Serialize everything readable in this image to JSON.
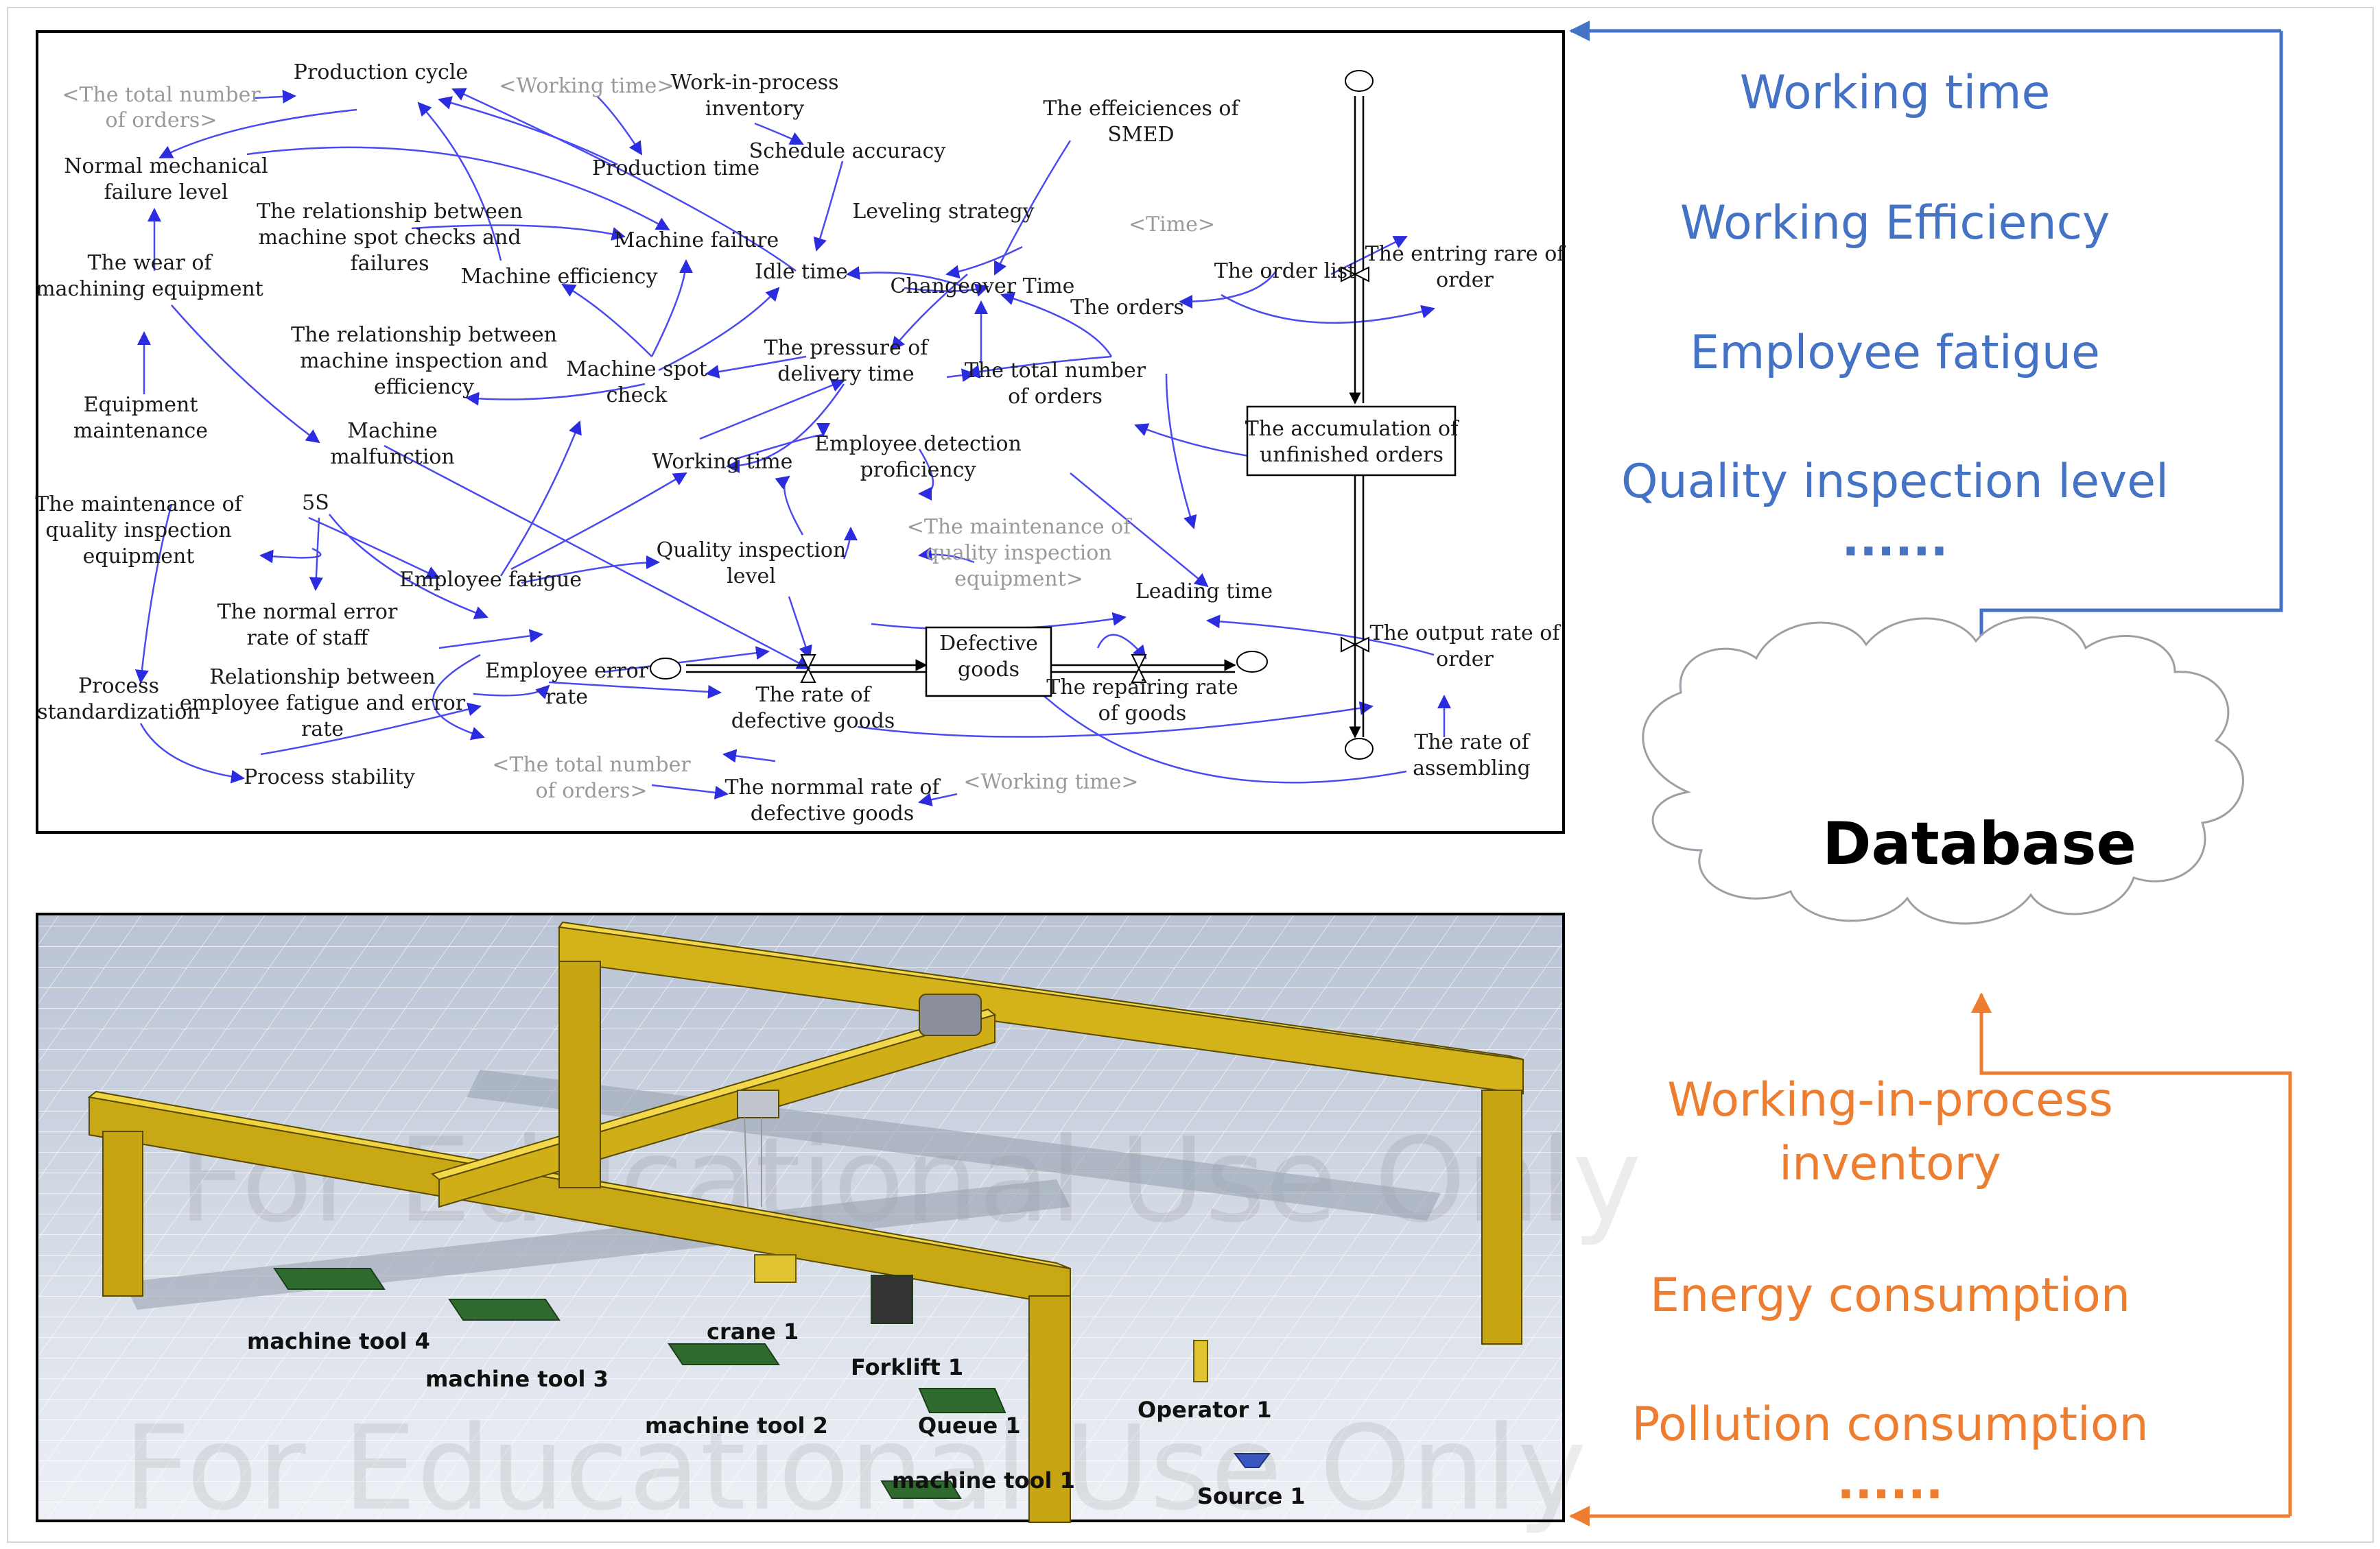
{
  "colors": {
    "blue": "#4472c4",
    "orange": "#ed7d31",
    "link": "#4a4af0"
  },
  "database": "Database",
  "top_items": [
    "Working time",
    "Working Efficiency",
    "Employee fatigue",
    "Quality inspection level",
    "......"
  ],
  "bottom_items": [
    "Working-in-process",
    "inventory",
    "Energy consumption",
    "Pollution consumption",
    "......"
  ],
  "sd": {
    "production_cycle": "Production cycle",
    "total_orders_ghost": [
      "<The total number",
      "of orders>"
    ],
    "working_time_ghost": "<Working time>",
    "wip": [
      "Work-in-process",
      "inventory"
    ],
    "schedule_accuracy": "Schedule accuracy",
    "production_time": "Production time",
    "normal_failure": [
      "Normal mechanical",
      "failure level"
    ],
    "spot_checks": [
      "The relationship between",
      "machine spot checks and",
      "failures"
    ],
    "machine_failure": "Machine failure",
    "leveling": "Leveling strategy",
    "smed": [
      "The effeiciences of",
      "SMED"
    ],
    "time_ghost": "<Time>",
    "wear": [
      "The wear of",
      "machining equipment"
    ],
    "machine_efficiency": "Machine efficiency",
    "idle_time": "Idle time",
    "changeover": "Changeover Time",
    "order_list": "The order list",
    "entring_rate": [
      "The entring rare of",
      "order"
    ],
    "the_orders": "The orders",
    "inspection_eff": [
      "The relationship between",
      "machine inspection and",
      "efficiency"
    ],
    "spot_check": [
      "Machine spot",
      "check"
    ],
    "pressure": [
      "The pressure of",
      "delivery time"
    ],
    "total_orders": [
      "The total number",
      "of orders"
    ],
    "equip_maint": [
      "Equipment",
      "maintenance"
    ],
    "malfunction": [
      "Machine",
      "malfunction"
    ],
    "working_time": "Working time",
    "detection": [
      "Employee detection",
      "proficiency"
    ],
    "accumulation": [
      "The accumulation of",
      "unfinished orders"
    ],
    "maint_qi": [
      "The maintenance of",
      "quality inspection",
      "equipment"
    ],
    "fives": "5S",
    "maint_qi_ghost": [
      "<The maintenance of",
      "quality inspection",
      "equipment>"
    ],
    "fatigue": "Employee fatigue",
    "qi_level": [
      "Quality inspection",
      "level"
    ],
    "leading": "Leading time",
    "normal_error": [
      "The normal error",
      "rate of staff"
    ],
    "output_rate": [
      "The output rate of",
      "order"
    ],
    "defective": [
      "Defective",
      "goods"
    ],
    "error_rate": [
      "Employee error",
      "rate"
    ],
    "relation_fatigue": [
      "Relationship between",
      "employee fatigue and error",
      "rate"
    ],
    "process_std": [
      "Process",
      "standardization"
    ],
    "rate_defective": [
      "The rate of",
      "defective goods"
    ],
    "repairing": [
      "The repairing rate",
      "of goods"
    ],
    "assembling": [
      "The rate of",
      "assembling"
    ],
    "stability": "Process stability",
    "normal_defective": [
      "The normmal rate of",
      "defective goods"
    ]
  },
  "sim": {
    "watermark": "For Educational Use Only",
    "labels": [
      "machine tool 4",
      "machine tool 3",
      "crane 1",
      "Forklift 1",
      "machine tool 2",
      "Queue 1",
      "Operator 1",
      "machine tool 1",
      "Source 1"
    ]
  }
}
